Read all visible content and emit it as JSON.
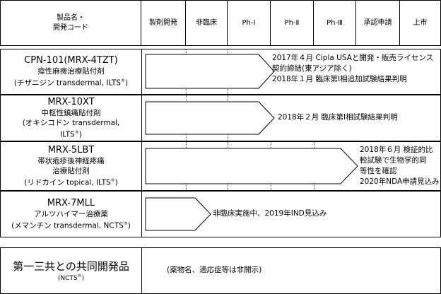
{
  "header": {
    "col_name_line1": "製品名・",
    "col_name_line2": "開発コード",
    "col_formulation": "製剤開発",
    "col_nonclinical": "非臨床",
    "col_ph1": "Ph-Ⅰ",
    "col_ph2": "Ph-Ⅱ",
    "col_ph3": "Ph-Ⅲ",
    "col_approval": "承認申請",
    "col_launch": "上市"
  },
  "products": [
    {
      "code": "CPN-101(MRX-4TZT)",
      "name": "痙性麻痺治療貼付剤",
      "detail_prefix": "(チザニジン transdermal, ILTS",
      "detail_mark": "®",
      "detail_suffix": ")",
      "stage_fraction": 0.42,
      "status": "2017年４月 Cipla USAと開発・販売ライセンス\n契約締結(東アジア除く)\n2018年１月 臨床第Ⅰ相追加試験結果判明"
    },
    {
      "code": "MRX-10XT",
      "name": "中枢性鎮痛貼付剤",
      "detail_line1": "(オキシコドン transdermal,",
      "detail_prefix": "ILTS",
      "detail_mark": "®",
      "detail_suffix": ")",
      "stage_fraction": 0.42,
      "status": "2018年２月 臨床第Ⅰ相試験結果判明"
    },
    {
      "code": "MRX-5LBT",
      "name": "帯状疱疹後神経疼痛",
      "name2": "治療貼付剤",
      "detail_prefix": "(リドカイン topical, ILTS",
      "detail_mark": "®",
      "detail_suffix": ")",
      "stage_fraction": 0.72,
      "status": "2018年６月 検証的比\n較試験で生物学的同\n等性を確認\n2020年NDA申請見込み"
    },
    {
      "code": "MRX-7MLL",
      "name": "アルツハイマー治療薬",
      "detail_prefix": "(メマンチン transdermal, NCTS",
      "detail_mark": "®",
      "detail_suffix": ")",
      "stage_fraction": 0.22,
      "status": "非臨床実施中、2019年IND見込み"
    }
  ],
  "joint": {
    "title": "第一三共との共同開発品",
    "mark_prefix": "(NCTS",
    "mark": "®",
    "mark_suffix": ")",
    "note": "(薬物名、適応症等は非開示)"
  }
}
